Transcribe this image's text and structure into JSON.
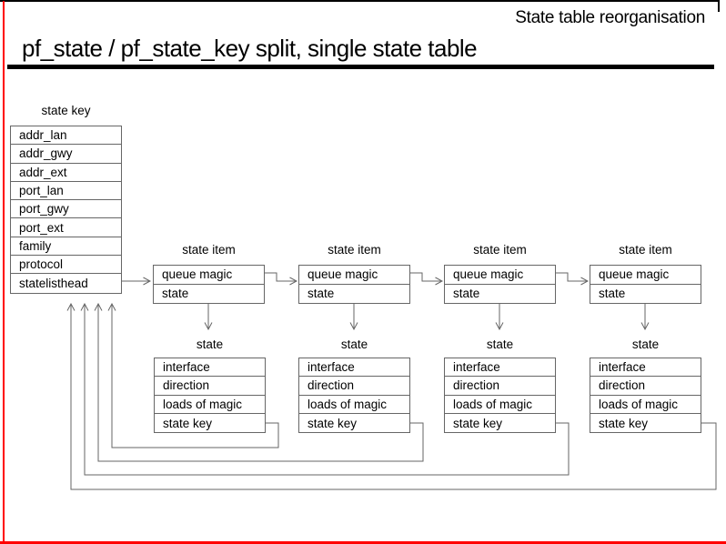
{
  "header": {
    "corner_title": "State table reorganisation",
    "heading": "pf_state / pf_state_key split, single state table"
  },
  "state_key_table": {
    "label": "state key",
    "rows": [
      "addr_lan",
      "addr_gwy",
      "addr_ext",
      "port_lan",
      "port_gwy",
      "port_ext",
      "family",
      "protocol",
      "statelisthead"
    ]
  },
  "state_item": {
    "label": "state item",
    "rows": [
      "queue magic",
      "state"
    ]
  },
  "state": {
    "label": "state",
    "rows": [
      "interface",
      "direction",
      "loads of magic",
      "state key"
    ]
  },
  "colors": {
    "frame_red": "#ff0000",
    "line_gray": "#666666",
    "ink": "#000000"
  }
}
